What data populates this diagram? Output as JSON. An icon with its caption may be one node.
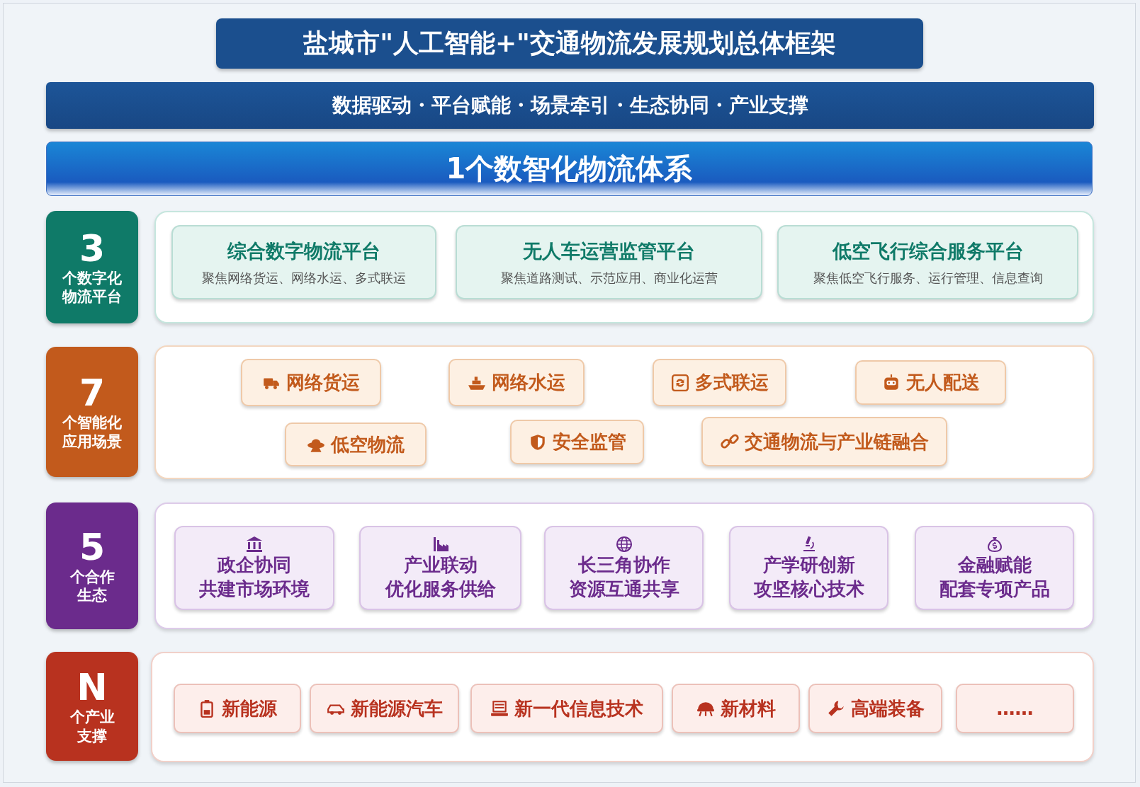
{
  "diagram": {
    "nodes": [
      {
        "text": [
          "盐城市\"人工智能+\"交通物流发展规划总体框架"
        ]
      },
      {
        "text": [
          "数据驱动・平台赋能・场景牵引・生态协同・产业支撑"
        ]
      },
      {
        "text": [
          "1个数智化物流体系"
        ]
      },
      {
        "text": [
          "3",
          "个数字化物流平台"
        ]
      },
      {
        "text": [],
        "shape": "box"
      },
      {
        "text": [
          "综合数字物流平台",
          "聚焦网络货运、网络水运、多式联运"
        ],
        "in": 4
      },
      {
        "text": [
          "无人车运营监管平台",
          "聚焦道路测试、示范应用、商业化运营"
        ],
        "in": 4
      },
      {
        "text": [
          "低空飞行综合服务平台",
          "聚焦低空飞行服务、运行管理、信息查询"
        ],
        "in": 4
      },
      {
        "text": [
          "7",
          "个智能化应用场景"
        ]
      },
      {
        "text": [],
        "shape": "box"
      },
      {
        "text": [
          "网络货运"
        ],
        "in": 9
      },
      {
        "text": [
          "网络水运"
        ],
        "in": 9
      },
      {
        "text": [
          "多式联运"
        ],
        "in": 9
      },
      {
        "text": [
          "无人配送"
        ],
        "in": 9
      },
      {
        "text": [
          "低空物流"
        ],
        "in": 9
      },
      {
        "text": [
          "安全监管"
        ],
        "in": 9
      },
      {
        "text": [
          "交通物流与产业链融合"
        ],
        "in": 9
      },
      {
        "text": [
          "5",
          "个合作生态"
        ]
      },
      {
        "text": [],
        "shape": "box"
      },
      {
        "text": [
          "政企协同",
          "共建市场环境"
        ],
        "in": 18
      },
      {
        "text": [
          "产业联动",
          "优化服务供给"
        ],
        "in": 18
      },
      {
        "text": [
          "长三角协作",
          "资源互通共享"
        ],
        "in": 18
      },
      {
        "text": [
          "产学研创新",
          "攻坚核心技术"
        ],
        "in": 18
      },
      {
        "text": [
          "金融赋能",
          "配套专项产品"
        ],
        "in": 18
      },
      {
        "text": [
          "N",
          "个产业支撑"
        ]
      },
      {
        "text": [],
        "shape": "box"
      },
      {
        "text": [
          "新能源"
        ],
        "in": 25
      },
      {
        "text": [
          "新能源汽车"
        ],
        "in": 25
      },
      {
        "text": [
          "新一代信息技术"
        ],
        "in": 25
      },
      {
        "text": [
          "新材料"
        ],
        "in": 25
      },
      {
        "text": [
          "高端装备"
        ],
        "in": 25
      },
      {
        "text": [
          "……"
        ],
        "in": 25
      }
    ]
  }
}
